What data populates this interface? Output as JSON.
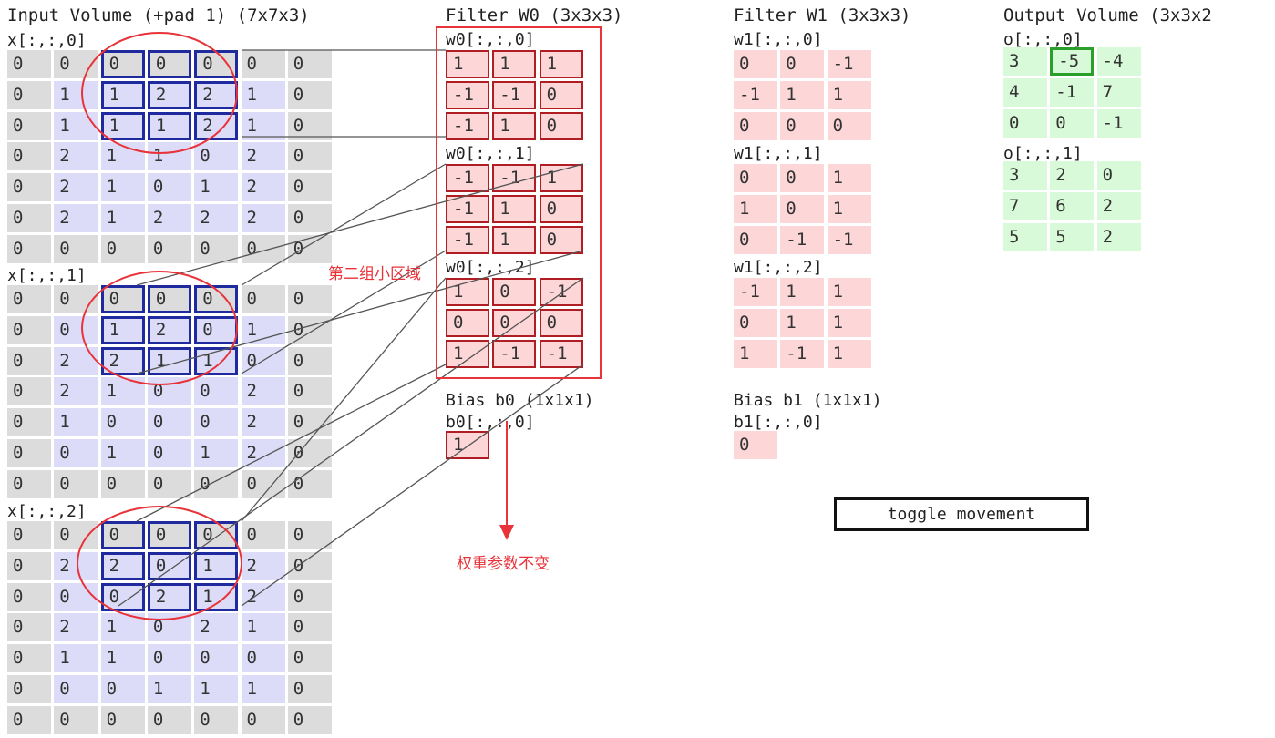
{
  "headers": {
    "input": "Input Volume (+pad 1) (7x7x3)",
    "w0": "Filter W0 (3x3x3)",
    "w1": "Filter W1 (3x3x3)",
    "output": "Output Volume (3x3x2"
  },
  "input_slices": [
    {
      "label": "x[:,:,0]",
      "rows": [
        [
          0,
          0,
          0,
          0,
          0,
          0,
          0
        ],
        [
          0,
          1,
          1,
          2,
          2,
          1,
          0
        ],
        [
          0,
          1,
          1,
          1,
          2,
          1,
          0
        ],
        [
          0,
          2,
          1,
          1,
          0,
          2,
          0
        ],
        [
          0,
          2,
          1,
          0,
          1,
          2,
          0
        ],
        [
          0,
          2,
          1,
          2,
          2,
          2,
          0
        ],
        [
          0,
          0,
          0,
          0,
          0,
          0,
          0
        ]
      ]
    },
    {
      "label": "x[:,:,1]",
      "rows": [
        [
          0,
          0,
          0,
          0,
          0,
          0,
          0
        ],
        [
          0,
          0,
          1,
          2,
          0,
          1,
          0
        ],
        [
          0,
          2,
          2,
          1,
          1,
          0,
          0
        ],
        [
          0,
          2,
          1,
          0,
          0,
          2,
          0
        ],
        [
          0,
          1,
          0,
          0,
          0,
          2,
          0
        ],
        [
          0,
          0,
          1,
          0,
          1,
          2,
          0
        ],
        [
          0,
          0,
          0,
          0,
          0,
          0,
          0
        ]
      ]
    },
    {
      "label": "x[:,:,2]",
      "rows": [
        [
          0,
          0,
          0,
          0,
          0,
          0,
          0
        ],
        [
          0,
          2,
          2,
          0,
          1,
          2,
          0
        ],
        [
          0,
          0,
          0,
          2,
          1,
          2,
          0
        ],
        [
          0,
          2,
          1,
          0,
          2,
          1,
          0
        ],
        [
          0,
          1,
          1,
          0,
          0,
          0,
          0
        ],
        [
          0,
          0,
          0,
          1,
          1,
          1,
          0
        ],
        [
          0,
          0,
          0,
          0,
          0,
          0,
          0
        ]
      ]
    }
  ],
  "w0_slices": [
    {
      "label": "w0[:,:,0]",
      "rows": [
        [
          1,
          1,
          1
        ],
        [
          -1,
          -1,
          0
        ],
        [
          -1,
          1,
          0
        ]
      ]
    },
    {
      "label": "w0[:,:,1]",
      "rows": [
        [
          -1,
          -1,
          1
        ],
        [
          -1,
          1,
          0
        ],
        [
          -1,
          1,
          0
        ]
      ]
    },
    {
      "label": "w0[:,:,2]",
      "rows": [
        [
          1,
          0,
          -1
        ],
        [
          0,
          0,
          0
        ],
        [
          1,
          -1,
          -1
        ]
      ]
    }
  ],
  "w1_slices": [
    {
      "label": "w1[:,:,0]",
      "rows": [
        [
          0,
          0,
          -1
        ],
        [
          -1,
          1,
          1
        ],
        [
          0,
          0,
          0
        ]
      ]
    },
    {
      "label": "w1[:,:,1]",
      "rows": [
        [
          0,
          0,
          1
        ],
        [
          1,
          0,
          1
        ],
        [
          0,
          -1,
          -1
        ]
      ]
    },
    {
      "label": "w1[:,:,2]",
      "rows": [
        [
          -1,
          1,
          1
        ],
        [
          0,
          1,
          1
        ],
        [
          1,
          -1,
          1
        ]
      ]
    }
  ],
  "bias0": {
    "title": "Bias b0 (1x1x1)",
    "label": "b0[:,:,0]",
    "value": 1
  },
  "bias1": {
    "title": "Bias b1 (1x1x1)",
    "label": "b1[:,:,0]",
    "value": 0
  },
  "output_slices": [
    {
      "label": "o[:,:,0]",
      "rows": [
        [
          3,
          -5,
          -4
        ],
        [
          4,
          -1,
          7
        ],
        [
          0,
          0,
          -1
        ]
      ]
    },
    {
      "label": "o[:,:,1]",
      "rows": [
        [
          3,
          2,
          0
        ],
        [
          7,
          6,
          2
        ],
        [
          5,
          5,
          2
        ]
      ]
    }
  ],
  "highlight": {
    "input_row": 0,
    "input_col": 2,
    "output_row": 0,
    "output_col": 1
  },
  "annotations": {
    "region": "第二组小区域",
    "weights_fixed": "权重参数不变"
  },
  "toggle_label": "toggle movement",
  "colors": {
    "pad": "#dcdcdc",
    "input": "#dcdcf8",
    "weight": "#fdd6d8",
    "output": "#d8fad8",
    "highlight": "#1f2a9e",
    "weight_highlight": "#b01e24",
    "output_highlight": "#2aa02a",
    "annotation": "#e8333a"
  }
}
